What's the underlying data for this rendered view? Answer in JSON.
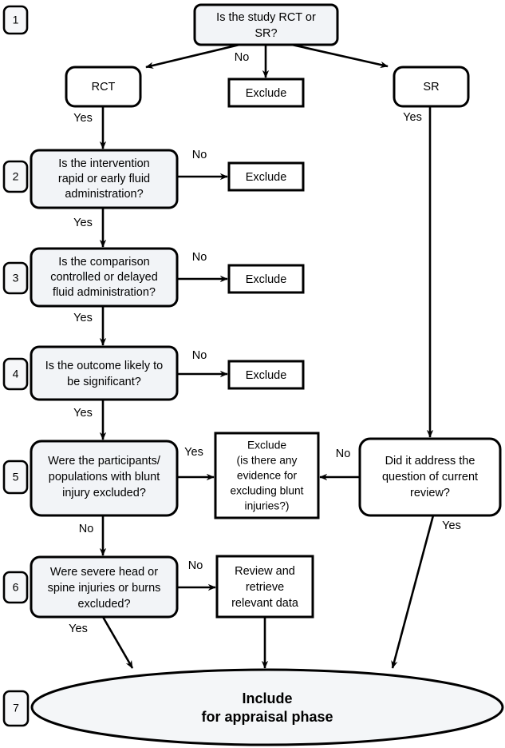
{
  "diagram": {
    "title": "Study screening decision flowchart",
    "type": "flowchart",
    "colors": {
      "node_fill": "#f2f4f7",
      "plain_fill": "#ffffff",
      "stroke": "#000000",
      "background": "#ffffff"
    }
  },
  "steps": [
    {
      "number": "1"
    },
    {
      "number": "2"
    },
    {
      "number": "3"
    },
    {
      "number": "4"
    },
    {
      "number": "5"
    },
    {
      "number": "6"
    },
    {
      "number": "7"
    }
  ],
  "nodes": {
    "q1": {
      "line1": "Is the study RCT or",
      "line2": "SR?"
    },
    "rct": {
      "label": "RCT"
    },
    "sr": {
      "label": "SR"
    },
    "exclude1": {
      "label": "Exclude"
    },
    "q2": {
      "line1": "Is the intervention",
      "line2": "rapid or early fluid",
      "line3": "administration?"
    },
    "exclude2": {
      "label": "Exclude"
    },
    "q3": {
      "line1": "Is the comparison",
      "line2": "controlled or delayed",
      "line3": "fluid administration?"
    },
    "exclude3": {
      "label": "Exclude"
    },
    "q4": {
      "line1": "Is the outcome likely to",
      "line2": "be significant?"
    },
    "exclude4": {
      "label": "Exclude"
    },
    "q5": {
      "line1": "Were the participants/",
      "line2": "populations with blunt",
      "line3": "injury excluded?"
    },
    "exclude5": {
      "line1": "Exclude",
      "line2": "(is there any",
      "line3": "evidence for",
      "line4": "excluding blunt",
      "line5": "injuries?)"
    },
    "q_sr": {
      "line1": "Did it address the",
      "line2": "question of current",
      "line3": "review?"
    },
    "q6": {
      "line1": "Were severe head or",
      "line2": "spine injuries or burns",
      "line3": "excluded?"
    },
    "review": {
      "line1": "Review and",
      "line2": "retrieve",
      "line3": "relevant data"
    },
    "include": {
      "line1": "Include",
      "line2": "for appraisal phase"
    }
  },
  "edge_labels": {
    "q1_no": "No",
    "rct_yes": "Yes",
    "sr_yes": "Yes",
    "q2_no": "No",
    "q2_yes": "Yes",
    "q3_no": "No",
    "q3_yes": "Yes",
    "q4_no": "No",
    "q4_yes": "Yes",
    "q5_yes": "Yes",
    "q5_no": "No",
    "q_sr_no": "No",
    "q_sr_yes": "Yes",
    "q6_no": "No",
    "q6_yes": "Yes"
  }
}
